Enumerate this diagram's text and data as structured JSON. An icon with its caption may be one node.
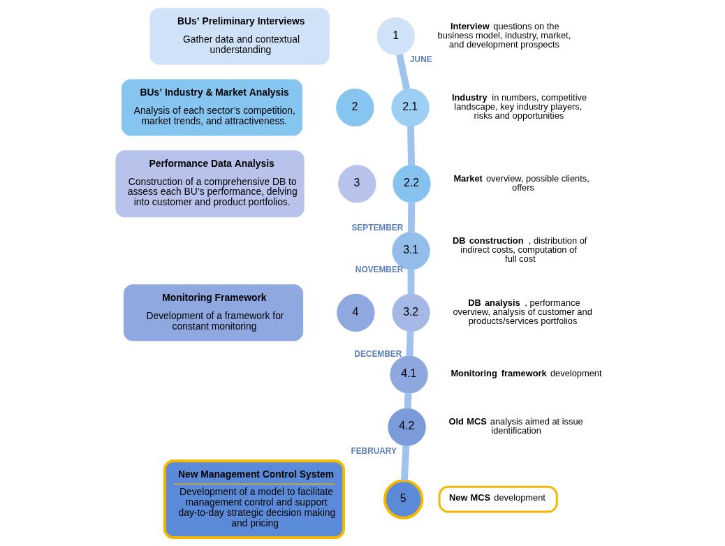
{
  "diagram": {
    "nodes": [
      {
        "text": [
          "BUs’ Preliminary Interviews",
          "Gather data and contextual understanding"
        ]
      },
      {
        "text": [
          "1"
        ],
        "beside": [
          "**Interview** questions on the business model, industry, market, and development prospects"
        ]
      },
      {
        "text": [
          "BUs’ Industry & Market Analysis",
          "Analysis of each sector’s competition, market trends, and attractiveness."
        ]
      },
      {
        "text": [
          "2"
        ]
      },
      {
        "text": [
          "Performance Data Analysis",
          "Construction of a comprehensive DB to assess each BU’s performance, delving into customer and product portfolios."
        ]
      },
      {
        "text": [
          "3"
        ]
      },
      {
        "text": [
          "Monitoring Framework",
          "Development of a framework for constant monitoring"
        ]
      },
      {
        "text": [
          "4"
        ]
      },
      {
        "text": [
          "New Management Control System",
          "Development of a model to facilitate management control and support day-to-day strategic decision making and pricing"
        ]
      },
      {
        "text": [
          "5"
        ]
      },
      {
        "text": [
          "2.1"
        ],
        "beside": [
          "**Industry** in numbers, competitive landscape, key industry players, risks and opportunities"
        ]
      },
      {
        "text": [
          "2.2"
        ],
        "beside": [
          "**Market** overview, possible clients, offers"
        ]
      },
      {
        "text": [
          "3.1"
        ],
        "beside": [
          "**DB construction**, distribution of indirect costs, computation of full cost"
        ]
      },
      {
        "text": [
          "3.2"
        ],
        "beside": [
          "**DB analysis**, performance overview, analysis of customer and products/services portfolios"
        ]
      },
      {
        "text": [
          "4.1"
        ],
        "beside": [
          "**Monitoring framework** development"
        ]
      },
      {
        "text": [
          "4.2"
        ],
        "beside": [
          "**Old MCS** analysis aimed at issue identification"
        ]
      },
      {
        "text": [
          "**New MCS** development"
        ]
      }
    ],
    "edges": [
      {
        "from": 1,
        "to": 10,
        "arrow": "none",
        "label": "JUNE"
      },
      {
        "from": 10,
        "to": 11,
        "arrow": "none"
      },
      {
        "from": 11,
        "to": 12,
        "arrow": "none",
        "label": "SEPTEMBER"
      },
      {
        "from": 12,
        "to": 13,
        "arrow": "none",
        "label": "NOVEMBER"
      },
      {
        "from": 13,
        "to": 14,
        "arrow": "none",
        "label": "DECEMBER"
      },
      {
        "from": 14,
        "to": 15,
        "arrow": "none"
      },
      {
        "from": 15,
        "to": 9,
        "arrow": "none",
        "label": "FEBRUARY"
      }
    ]
  }
}
